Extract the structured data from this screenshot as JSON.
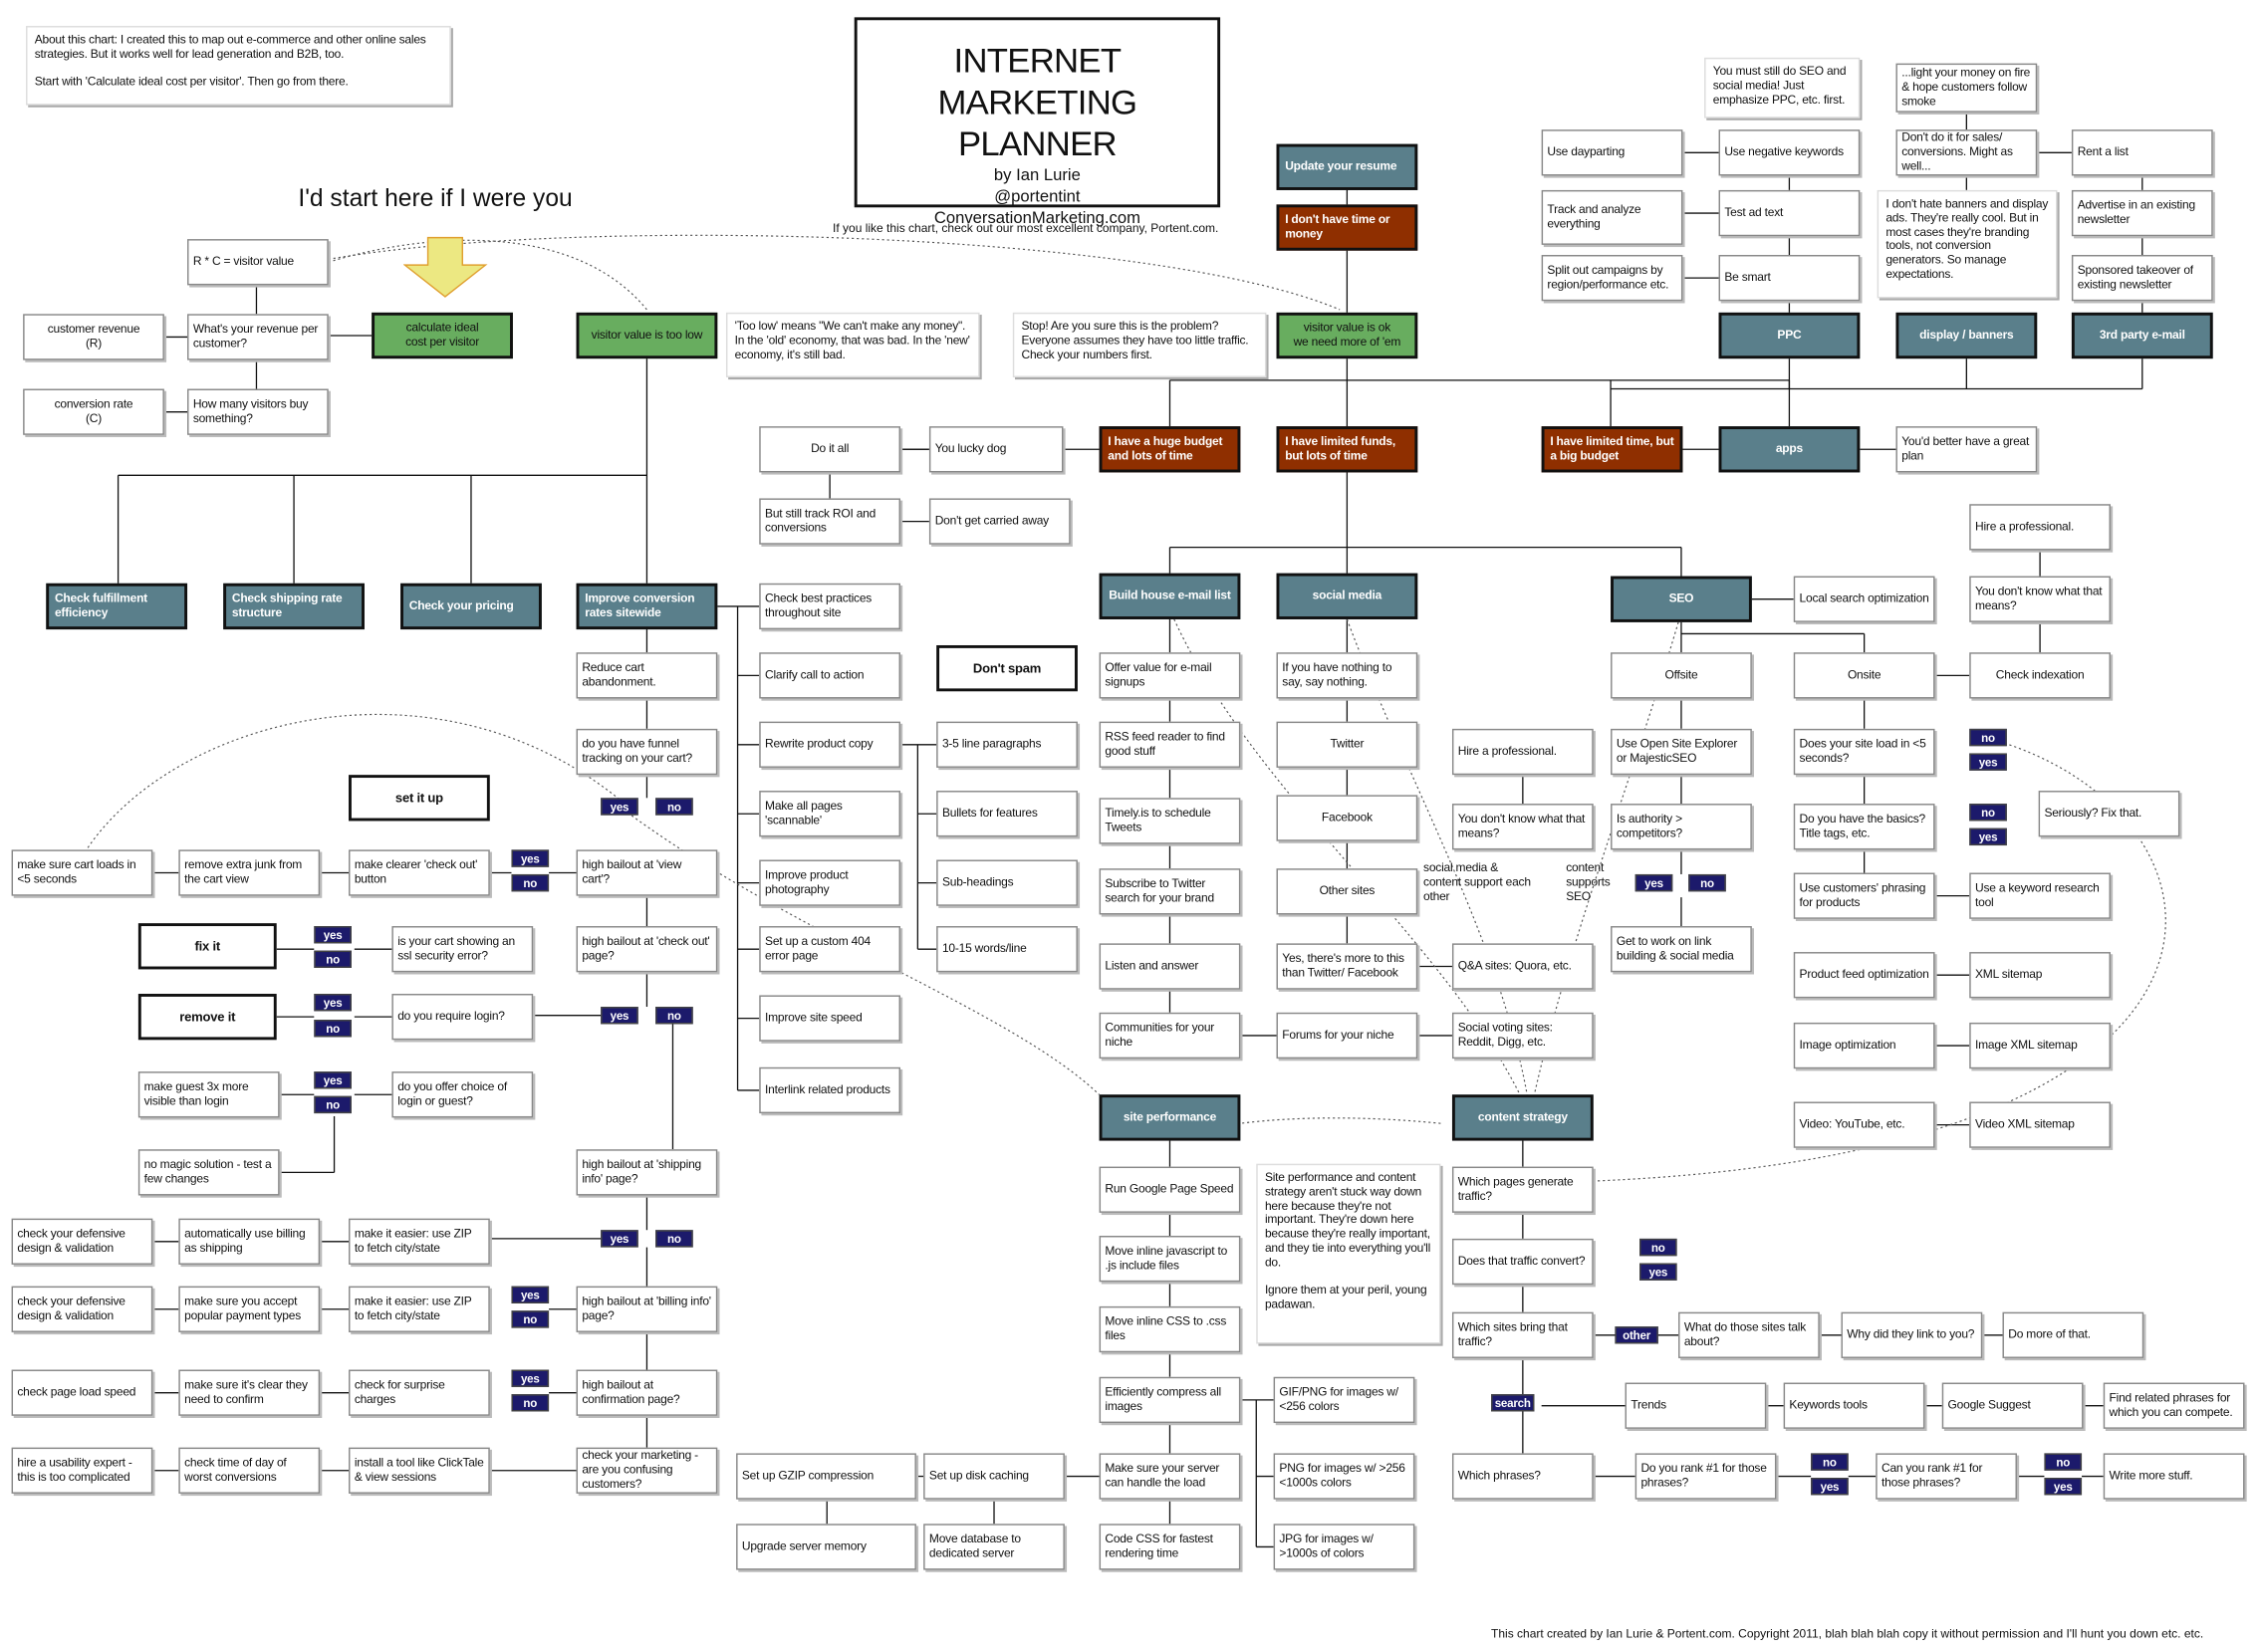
{
  "title": {
    "main": "INTERNET MARKETING PLANNER",
    "author": "by Ian Lurie",
    "handle": "@portentint",
    "site": "ConversationMarketing.com"
  },
  "tagline": "If you like this chart, check out our most excellent company, Portent.com.",
  "heading": "I'd start here if I were you",
  "footer": "This chart created by Ian Lurie & Portent.com. Copyright 2011, blah blah blah copy it without permission and I'll hunt you down etc. etc.",
  "tags": {
    "yes": "yes",
    "no": "no",
    "other": "other",
    "search": "search"
  },
  "colors": {
    "green": "#68ad5f",
    "slate": "#5a7f8b",
    "rust": "#8f2f00",
    "navy": "#1c1a6b",
    "arrow": "#ece882"
  },
  "nodes": {
    "about": "About this chart: I created this to map out e-commerce and other online sales strategies. But it works well for lead generation and B2B, too.\n\nStart with 'Calculate ideal cost per visitor'. Then go from there.",
    "rc": "R * C = visitor value",
    "revq": "What's your revenue per customer?",
    "custrev": "customer revenue\n(R)",
    "convrate": "conversion rate\n(C)",
    "buyq": "How many visitors buy something?",
    "calc": "calculate ideal\ncost per visitor",
    "toolow": "visitor value is too low",
    "toolownote": "'Too low' means \"We can't make any money\". In the 'old' economy, that was bad. In the 'new' economy, it's still bad.",
    "stopnote": "Stop! Are you sure this is the problem? Everyone assumes they have too little traffic. Check your numbers first.",
    "ok": "visitor value is ok\nwe need more of 'em",
    "resume": "Update your resume",
    "notime": "I don't have time or money",
    "huge": "I have a huge budget and lots of time",
    "limfunds": "I have limited funds, but lots of time",
    "limtime": "I have limited time, but a big budget",
    "apps": "apps",
    "plan": "You'd better have a great plan",
    "doall": "Do it all",
    "lucky": "You lucky dog",
    "trackroi": "But still track ROI and conversions",
    "carried": "Don't get carried away",
    "daypart": "Use dayparting",
    "trackan": "Track and analyze everything",
    "split": "Split out campaigns by region/performance etc.",
    "mustseo": "You must still do SEO and social media! Just emphasize PPC, etc. first.",
    "negkw": "Use negative keywords",
    "adtext": "Test ad text",
    "smart": "Be smart",
    "ppc": "PPC",
    "display": "display / banners",
    "email3": "3rd party e-mail",
    "fire": "...light your money on fire & hope customers follow smoke",
    "nosales": "Don't do it for sales/ conversions. Might as well...",
    "banners": "I don't hate banners and display ads. They're really cool. But in most cases they're branding tools, not conversion generators. So manage expectations.",
    "rent": "Rent a list",
    "advert": "Advertise in an existing newsletter",
    "sponsor": "Sponsored takeover of existing newsletter",
    "hirepro2": "Hire a professional.",
    "dontknow2": "You don't know what that means?",
    "indexation": "Check indexation",
    "fulfill": "Check fulfillment efficiency",
    "shipping": "Check shipping rate structure",
    "pricing": "Check your pricing",
    "improve": "Improve conversion rates sitewide",
    "bestpr": "Check best practices throughout site",
    "cta": "Clarify call to action",
    "rewrite": "Rewrite product copy",
    "scan": "Make all pages 'scannable'",
    "photo": "Improve product photography",
    "e404": "Set up a custom 404 error page",
    "speed": "Improve site speed",
    "interlink": "Interlink related products",
    "para": "3-5 line paragraphs",
    "bullets": "Bullets for features",
    "subhead": "Sub-headings",
    "words": "10-15 words/line",
    "spam": "Don't spam",
    "reduce": "Reduce cart abandonment.",
    "funnel": "do you have funnel tracking on your cart?",
    "setup": "set it up",
    "cart5": "make sure cart loads in <5 seconds",
    "junk": "remove extra junk from the cart view",
    "clearer": "make clearer 'check out' button",
    "viewcart": "high bailout at 'view cart'?",
    "fixit": "fix it",
    "ssl": "is your cart showing an ssl security error?",
    "checkout": "high bailout at 'check out' page?",
    "removeit": "remove it",
    "login": "do you require login?",
    "guest3x": "make guest 3x more visible than login",
    "choice": "do you offer choice of login or guest?",
    "nomagic": "no magic solution - test a few changes",
    "shipinfo": "high bailout at 'shipping info' page?",
    "defense1": "check your defensive design & validation",
    "billship": "automatically use billing as shipping",
    "zip1": "make it easier: use ZIP to fetch city/state",
    "defense2": "check your defensive design & validation",
    "payment": "make sure you accept popular payment types",
    "zip2": "make it easier: use ZIP to fetch city/state",
    "billinfo": "high bailout at 'billing info' page?",
    "loadspeed": "check page load speed",
    "confirm": "make sure it's clear they need to confirm",
    "surprise": "check for surprise charges",
    "confpage": "high bailout at confirmation page?",
    "usability": "hire a usability expert - this is too complicated",
    "timeday": "check time of day of worst conversions",
    "clicktale": "install a tool like ClickTale & view sessions",
    "confusing": "check your marketing - are you confusing customers?",
    "emaillist": "Build house e-mail list",
    "social": "social media",
    "seo": "SEO",
    "localseo": "Local search optimization",
    "offer": "Offer value for e-mail signups",
    "rss": "RSS feed reader to find good stuff",
    "timely": "Timely.is to schedule Tweets",
    "subtw": "Subscribe to Twitter search for your brand",
    "listen": "Listen and answer",
    "communities": "Communities for your niche",
    "nothing": "If you have nothing to say, say nothing.",
    "twitter": "Twitter",
    "facebook": "Facebook",
    "othersites": "Other sites",
    "yesmore": "Yes, there's more to this than Twitter/ Facebook",
    "forums": "Forums for your niche",
    "hirepro1": "Hire a professional.",
    "dontknow1": "You don't know what that means?",
    "smsupport": "social media & content support each other",
    "csseo": "content supports SEO",
    "offsite": "Offsite",
    "onsite": "Onsite",
    "ose": "Use Open Site Explorer or MajesticSEO",
    "authority": "Is authority > competitors?",
    "linkbuild": "Get to work on link building & social media",
    "qa": "Q&A sites: Quora, etc.",
    "voting": "Social voting sites: Reddit, Digg, etc.",
    "load5": "Does your site load in <5 seconds?",
    "basics": "Do you have the basics? Title tags, etc.",
    "seriously": "Seriously? Fix that.",
    "phrasing": "Use customers' phrasing for products",
    "kwtool": "Use a keyword research tool",
    "feed": "Product feed optimization",
    "xml": "XML sitemap",
    "imgopt": "Image optimization",
    "imgxml": "Image XML sitemap",
    "video": "Video: YouTube, etc.",
    "videoxml": "Video XML sitemap",
    "siteperf": "site performance",
    "content": "content strategy",
    "pagespeed": "Run Google Page Speed",
    "inlinejs": "Move inline javascript to .js include files",
    "inlinecss": "Move inline CSS to .css files",
    "compress": "Efficiently compress all images",
    "server": "Make sure your server can handle the load",
    "codecss": "Code CSS for fastest rendering time",
    "perfnote": "Site performance and content strategy aren't stuck way down here because they're not important. They're down here because they're really important, and they tie into everything you'll do.\n\nIgnore them at your peril, young padawan.",
    "gif": "GIF/PNG for images w/ <256 colors",
    "png": "PNG for images w/ >256 <1000s colors",
    "jpg": "JPG for images w/ >1000s of colors",
    "gzip": "Set up GZIP compression",
    "diskcache": "Set up disk caching",
    "memory": "Upgrade server memory",
    "movedb": "Move database to dedicated server",
    "whichpages": "Which pages generate traffic?",
    "convert": "Does that traffic convert?",
    "bring": "Which sites bring that traffic?",
    "talk": "What do those sites talk about?",
    "whylink": "Why did they link to you?",
    "domore": "Do more of that.",
    "trends": "Trends",
    "kwtools": "Keywords tools",
    "suggest": "Google Suggest",
    "related": "Find related phrases for which you can compete.",
    "phrases": "Which phrases?",
    "rank1": "Do you rank #1 for those phrases?",
    "canrank": "Can you rank #1 for those phrases?",
    "writemore": "Write more stuff."
  }
}
